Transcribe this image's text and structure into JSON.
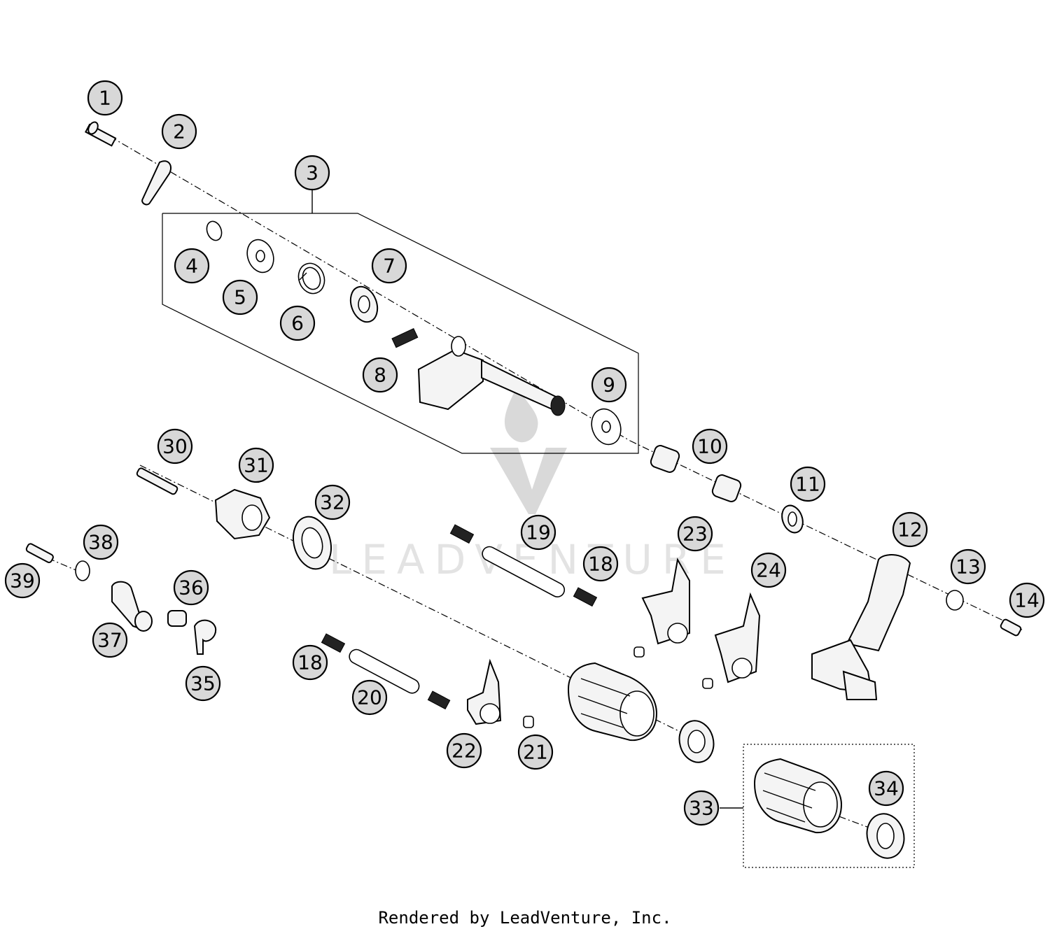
{
  "watermark": {
    "text": "LEADVENTURE"
  },
  "footer": {
    "text": "Rendered by LeadVenture, Inc."
  },
  "callouts": [
    "1",
    "2",
    "3",
    "4",
    "5",
    "6",
    "7",
    "8",
    "9",
    "10",
    "11",
    "12",
    "13",
    "14",
    "18",
    "18",
    "19",
    "20",
    "21",
    "22",
    "23",
    "24",
    "30",
    "31",
    "32",
    "33",
    "34",
    "35",
    "36",
    "37",
    "38",
    "39"
  ]
}
